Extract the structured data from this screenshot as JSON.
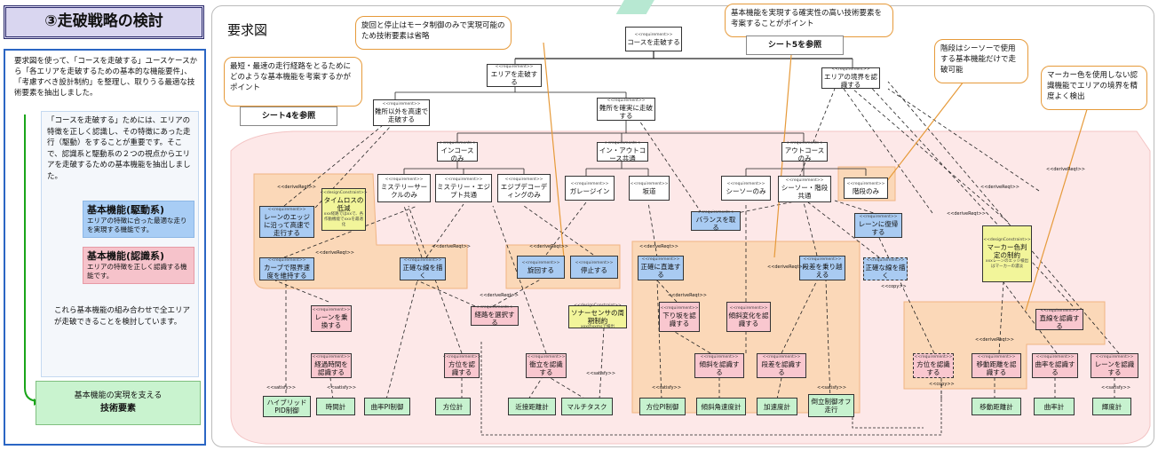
{
  "title": "③走破戦略の検討",
  "intro": "要求図を使って、「コースを走破する」ユースケースから「各エリアを走破するための基本的な機能要件」、「考慮すべき設計制約」を整理し、取りうる最適な技術要素を抽出しました。",
  "inner_text": "「コースを走破する」ためには、エリアの特徴を正しく認識し、その特徴にあった走行（駆動）をすることが重要です。そこで、認識系と駆動系の２つの視点からエリアを走破するための基本機能を抽出しました。",
  "drive": {
    "title": "基本機能(駆動系)",
    "desc": "エリアの特徴に合った最適な走りを実現する機能です。"
  },
  "recog": {
    "title": "基本機能(認識系)",
    "desc": "エリアの特徴を正しく認識する機能です。"
  },
  "summary": "これら基本機能の組み合わせで全エリアが走破できることを検討しています。",
  "tech": {
    "line1": "基本機能の実現を支える",
    "line2": "技術要素"
  },
  "diagram_title": "要求図",
  "callouts": {
    "c1": "最短・最速の走行経路をとるためにどのような基本機能を考案するかがポイント",
    "c2": "旋回と停止はモータ制御のみで実現可能のため技術要素は省略",
    "c3": "基本機能を実現する確実性の高い技術要素を考案することがポイント",
    "c4": "階段はシーソーで使用する基本機能だけで走破可能",
    "c5": "マーカー色を使用しない認識機能でエリアの境界を精度よく検出"
  },
  "refs": {
    "r1": "シート4を参照",
    "r2": "シート5を参照"
  },
  "stereo": {
    "req": "<<requirement>>",
    "dc": "<<designConstraint>>"
  },
  "nodes": {
    "course": "コースを走破する",
    "area": "エリアを走破する",
    "border": "エリアの境界を認識する",
    "non_hard": "難所以外を高速で走破する",
    "hard": "難所を確実に走破する",
    "in": "インコースのみ",
    "inout": "イン・アウトコース共通",
    "out": "アウトコースのみ",
    "mystery": "ミステリーサークルのみ",
    "mystery_e": "ミステリー・エジプト共通",
    "egypt": "エジプデコーディングのみ",
    "garage": "ガレージイン",
    "slope": "坂道",
    "seesaw": "シーソーのみ",
    "seesaw_stair": "シーソー・階段共通",
    "stair": "階段のみ",
    "edge_fast": "レーンのエッジに沿って高速で走行する",
    "timeloss": "タイムロスの低減",
    "timeloss_desc": "xxx経路ではxxで、各作動機能でxxxを最適化",
    "curve": "カーブで限界速度を維持する",
    "straight_line": "正確な線を描く",
    "balance": "バランスを取る",
    "rejoin": "レーンに復帰する",
    "turn": "旋回する",
    "stop": "停止する",
    "straight": "正確に直進する",
    "step_over": "段差を乗り越える",
    "draw_line2": "正確な線を描く",
    "marker": "マーカー色判定の制約",
    "marker_desc": "xxxレーンのエッジ検出はマーカーの濃淡",
    "lane_ride": "レーンを乗換する",
    "route_select": "経路を選択する",
    "sonar": "ソナーセンサの周期制約",
    "sonar_desc": "xxxのxxmsで検出",
    "downslope": "下り坂を認識する",
    "tilt_change": "傾斜変化を認識する",
    "elapsed": "経過時間を認識する",
    "direction": "方位を認識する",
    "obstacle": "衝立を認識する",
    "tilt": "傾斜を認識する",
    "step": "段差を認識する",
    "direction2": "方位を認識する",
    "distance": "移動距離を認識する",
    "curvature": "曲率を認識する",
    "lane_rec": "レーンを認識する",
    "straight_rec": "直線を認識する",
    "t_hybrid": "ハイブリッドPID制御",
    "t_timer": "時間計",
    "t_curv": "曲率PI制御",
    "t_compass": "方位計",
    "t_prox": "近接距離計",
    "t_multi": "マルチタスク",
    "t_dirpi": "方位PI制御",
    "t_tiltv": "傾斜角速度計",
    "t_accel": "加速度計",
    "t_inv": "倒立制御オフ走行",
    "t_dist": "移動距離計",
    "t_curvm": "曲率計",
    "t_lum": "輝度計"
  },
  "labels": {
    "derive": "<<deriveReqt>>",
    "satisfy": "<<satisfy>>",
    "copy": "<<copy>>"
  }
}
